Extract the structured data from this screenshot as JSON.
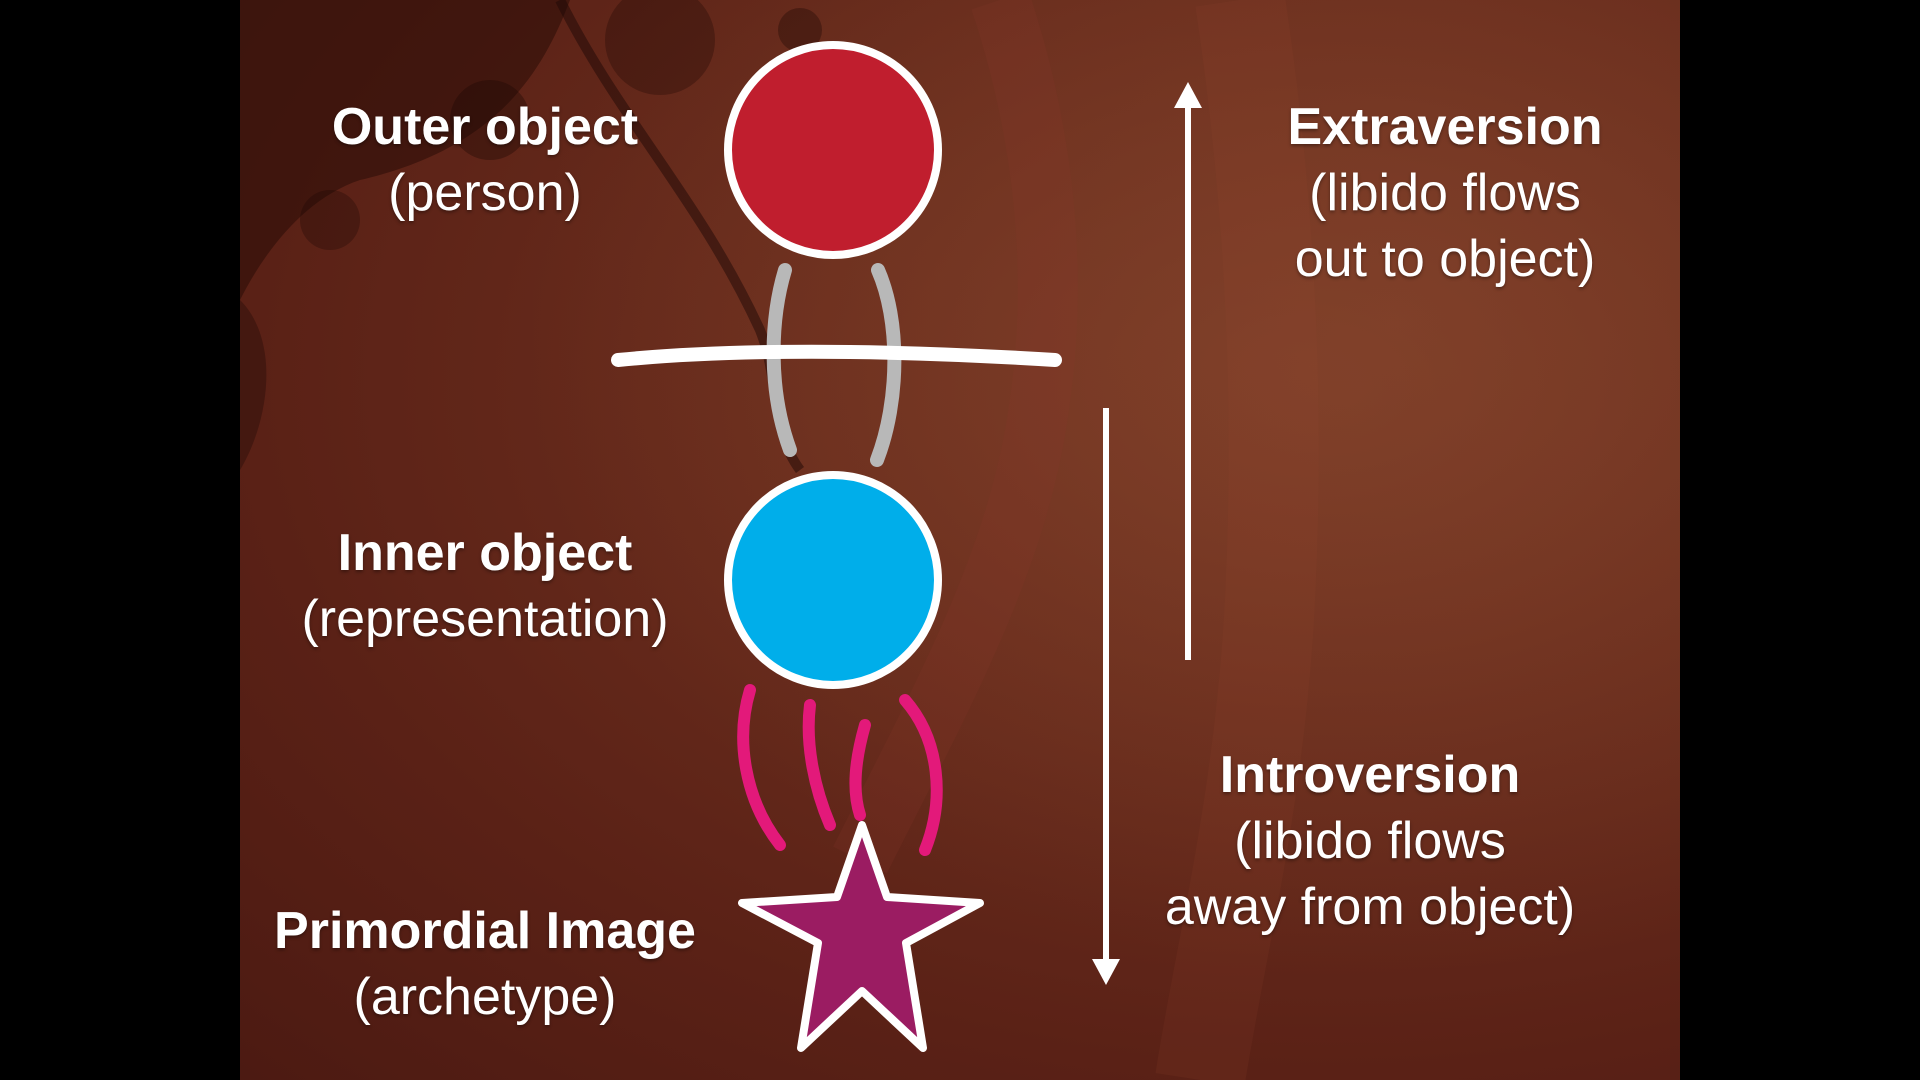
{
  "labels": {
    "outer": {
      "title": "Outer object",
      "sub": "(person)"
    },
    "inner": {
      "title": "Inner object",
      "sub": "(representation)"
    },
    "primordial": {
      "title": "Primordial Image",
      "sub": "(archetype)"
    },
    "extraversion": {
      "title": "Extraversion",
      "sub1": "(libido flows",
      "sub2": "out to object)"
    },
    "introversion": {
      "title": "Introversion",
      "sub1": "(libido flows",
      "sub2": "away from object)"
    }
  },
  "colors": {
    "outer_circle": "#c01e2e",
    "inner_circle": "#00aeea",
    "star": "#9b1c62",
    "pink_strokes": "#e3197a",
    "grey_strokes": "#b8b8b8",
    "background": "#5e2318"
  }
}
